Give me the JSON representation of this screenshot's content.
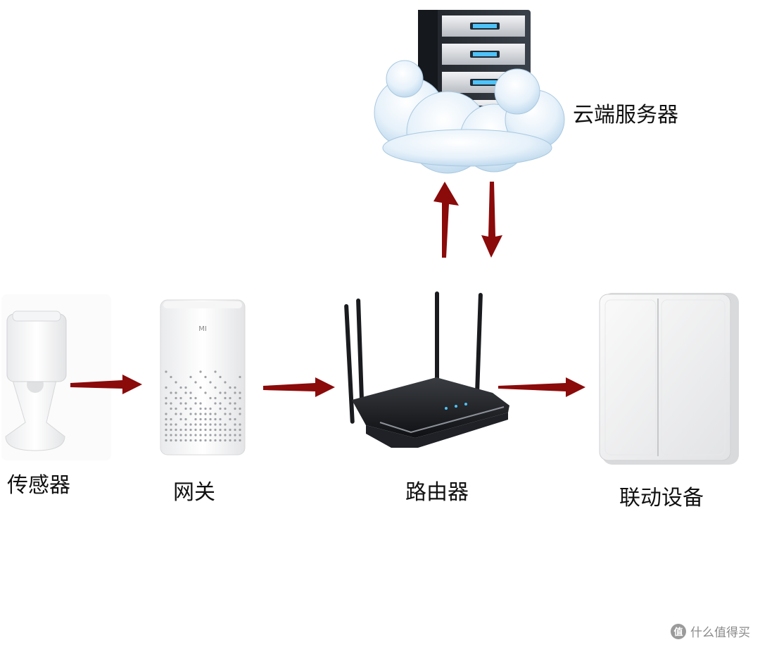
{
  "nodes": {
    "sensor": {
      "label": "传感器"
    },
    "gateway": {
      "label": "网关",
      "logo": "MI"
    },
    "router": {
      "label": "路由器"
    },
    "device": {
      "label": "联动设备"
    },
    "cloud": {
      "label": "云端服务器"
    }
  },
  "colors": {
    "arrow": "#8b0a0a",
    "cloud": "#dcebf7",
    "server": "#2b2f36",
    "led": "#4fc3f7"
  },
  "watermark": {
    "text": "什么值得买",
    "icon": "值"
  }
}
